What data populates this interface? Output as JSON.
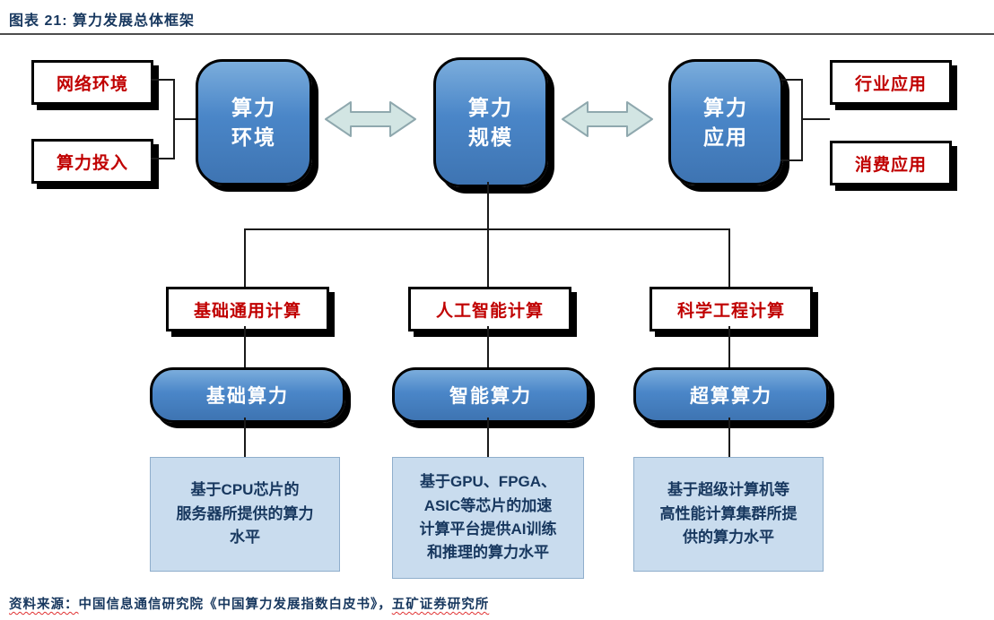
{
  "caption": "图表 21:  算力发展总体框架",
  "source_note": {
    "prefix": "资料来源：",
    "body": "中国信息通信研究院《中国算力发展指数白皮书》，",
    "suffix": "五矿证券研究所"
  },
  "top_row": {
    "left_inputs": [
      {
        "label": "网络环境"
      },
      {
        "label": "算力投入"
      }
    ],
    "env_node": "算力\n环境",
    "scale_node": "算力\n规模",
    "app_node": "算力\n应用",
    "right_outputs": [
      {
        "label": "行业应用"
      },
      {
        "label": "消费应用"
      }
    ]
  },
  "columns": [
    {
      "category": "基础通用计算",
      "power": "基础算力",
      "desc": "基于CPU芯片的\n服务器所提供的算力\n水平"
    },
    {
      "category": "人工智能计算",
      "power": "智能算力",
      "desc": "基于GPU、FPGA、\nASIC等芯片的加速\n计算平台提供AI训练\n和推理的算力水平"
    },
    {
      "category": "科学工程计算",
      "power": "超算算力",
      "desc": "基于超级计算机等\n高性能计算集群所提\n供的算力水平"
    }
  ],
  "colors": {
    "node_blue": "#4A86C8",
    "accent_red": "#C00000",
    "desc_bg": "#C9DCEE",
    "title_navy": "#17375E",
    "arrow_fill": "#D2E5E3",
    "arrow_stroke": "#8FA8AE"
  }
}
